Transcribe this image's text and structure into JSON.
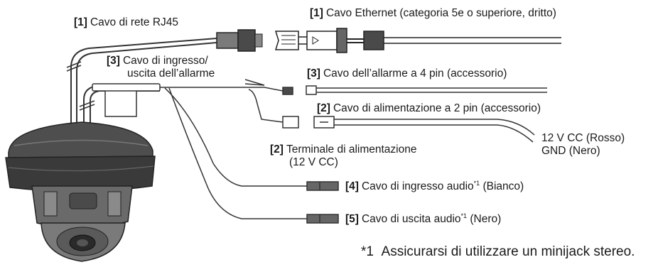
{
  "labels": {
    "rj45": {
      "num": "[1]",
      "text": "Cavo di rete RJ45"
    },
    "ethernet": {
      "num": "[1]",
      "text": "Cavo Ethernet (categoria 5e o superiore, dritto)"
    },
    "alarm_io": {
      "num": "[3]",
      "line1": "Cavo di ingresso/",
      "line2": "uscita dell’allarme"
    },
    "alarm4pin": {
      "num": "[3]",
      "text": "Cavo dell’allarme a 4 pin (accessorio)"
    },
    "power2pin": {
      "num": "[2]",
      "text": "Cavo di alimentazione a 2 pin (accessorio)"
    },
    "red": {
      "text": "12 V CC (Rosso)"
    },
    "gnd": {
      "text": "GND (Nero)"
    },
    "terminal": {
      "num": "[2]",
      "line1": "Terminale di alimentazione",
      "line2": "(12 V CC)"
    },
    "audio_in": {
      "num": "[4]",
      "pre": "Cavo di ingresso audio",
      "sup": "*1",
      "post": " (Bianco)"
    },
    "audio_out": {
      "num": "[5]",
      "pre": "Cavo di uscita audio",
      "sup": "*1",
      "post": " (Nero)"
    }
  },
  "footnote": {
    "mark": "*1",
    "text": "Assicurarsi di utilizzare un minijack stereo."
  },
  "colors": {
    "line": "#333333",
    "text": "#1a1a1a",
    "camera": "#5a5a5a",
    "camera_dark": "#2e2e2e"
  }
}
